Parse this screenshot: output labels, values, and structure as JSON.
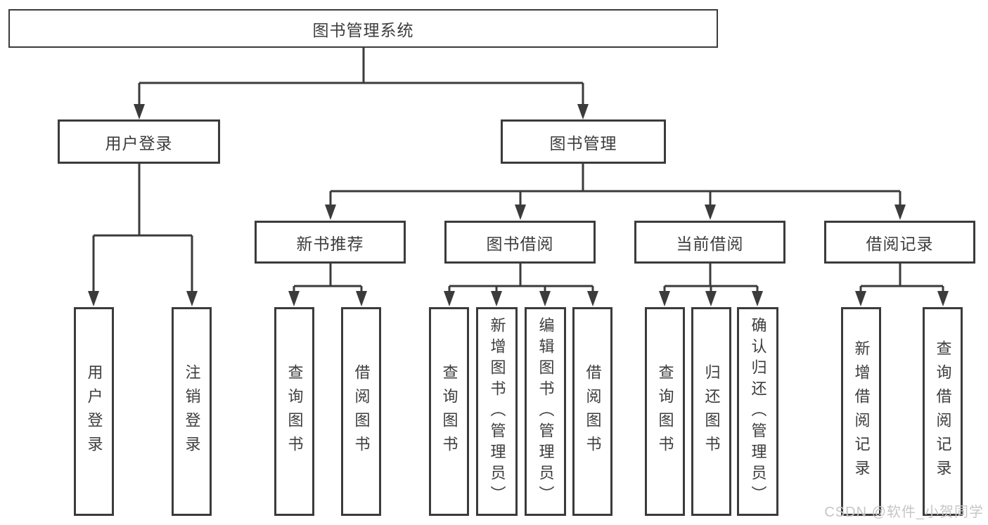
{
  "diagram": {
    "type": "tree-diagram",
    "colors": {
      "line": "#3b3b3b",
      "box_border": "#3b3b3b",
      "text": "#3d3d3d",
      "background": "#ffffff",
      "watermark": "#c6c6c6"
    },
    "nodes": {
      "root": {
        "label": "图书管理系统",
        "level": 1
      },
      "user_login": {
        "label": "用户登录",
        "level": 2
      },
      "book_mgmt": {
        "label": "图书管理",
        "level": 2
      },
      "new_rec": {
        "label": "新书推荐",
        "level": 3
      },
      "borrow": {
        "label": "图书借阅",
        "level": 3
      },
      "current": {
        "label": "当前借阅",
        "level": 3
      },
      "record": {
        "label": "借阅记录",
        "level": 3
      },
      "leaf_user_login": {
        "label": "用户登录",
        "level": 4
      },
      "leaf_logout": {
        "label": "注销登录",
        "level": 4
      },
      "leaf_rec_query": {
        "label": "查询图书",
        "level": 4
      },
      "leaf_rec_borrow": {
        "label": "借阅图书",
        "level": 4
      },
      "leaf_bor_query": {
        "label": "查询图书",
        "level": 4
      },
      "leaf_bor_add": {
        "label": "新增图书（管理员）",
        "level": 4
      },
      "leaf_bor_edit": {
        "label": "编辑图书（管理员）",
        "level": 4
      },
      "leaf_bor_borrow": {
        "label": "借阅图书",
        "level": 4
      },
      "leaf_cur_query": {
        "label": "查询图书",
        "level": 4
      },
      "leaf_cur_return": {
        "label": "归还图书",
        "level": 4
      },
      "leaf_cur_confirm": {
        "label": "确认归还（管理员）",
        "level": 4
      },
      "leaf_recd_add": {
        "label": "新增借阅记录",
        "level": 4
      },
      "leaf_recd_query": {
        "label": "查询借阅记录",
        "level": 4
      }
    },
    "edges": [
      {
        "from": "root",
        "to": "user_login"
      },
      {
        "from": "root",
        "to": "book_mgmt"
      },
      {
        "from": "user_login",
        "to": "leaf_user_login"
      },
      {
        "from": "user_login",
        "to": "leaf_logout"
      },
      {
        "from": "book_mgmt",
        "to": "new_rec"
      },
      {
        "from": "book_mgmt",
        "to": "borrow"
      },
      {
        "from": "book_mgmt",
        "to": "current"
      },
      {
        "from": "book_mgmt",
        "to": "record"
      },
      {
        "from": "new_rec",
        "to": "leaf_rec_query"
      },
      {
        "from": "new_rec",
        "to": "leaf_rec_borrow"
      },
      {
        "from": "borrow",
        "to": "leaf_bor_query"
      },
      {
        "from": "borrow",
        "to": "leaf_bor_add"
      },
      {
        "from": "borrow",
        "to": "leaf_bor_edit"
      },
      {
        "from": "borrow",
        "to": "leaf_bor_borrow"
      },
      {
        "from": "current",
        "to": "leaf_cur_query"
      },
      {
        "from": "current",
        "to": "leaf_cur_return"
      },
      {
        "from": "current",
        "to": "leaf_cur_confirm"
      },
      {
        "from": "record",
        "to": "leaf_recd_add"
      },
      {
        "from": "record",
        "to": "leaf_recd_query"
      }
    ]
  },
  "watermark": {
    "text": "CSDN @软件_小贺同学"
  }
}
